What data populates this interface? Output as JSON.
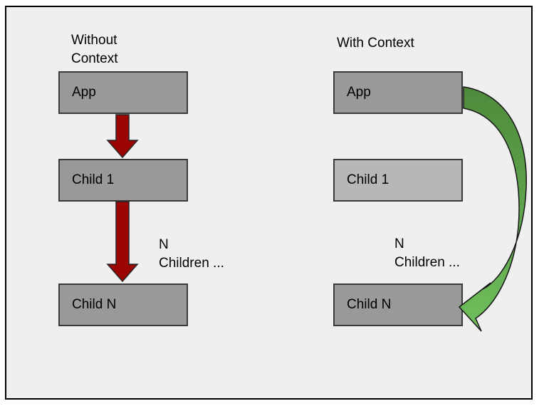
{
  "panels": {
    "left": {
      "title": "Without Context",
      "boxes": [
        {
          "label": "App"
        },
        {
          "label": "Child 1"
        },
        {
          "label": "Child N"
        }
      ],
      "note_line1": "N",
      "note_line2": "Children ..."
    },
    "right": {
      "title": "With Context",
      "boxes": [
        {
          "label": "App"
        },
        {
          "label": "Child 1"
        },
        {
          "label": "Child N"
        }
      ],
      "note_line1": "N",
      "note_line2": "Children ..."
    }
  },
  "icons": {
    "red_arrows": "straight-down-arrow",
    "green_arrow": "curved-arrow-app-to-child-n"
  },
  "colors": {
    "canvas_background": "#efefef",
    "frame_border": "#000000",
    "box_fill": "#999999",
    "box_fill_light": "#b7b7b7",
    "box_border": "#3a3a3a",
    "red_arrow": "#9b0504",
    "green_arrow_top": "#4e8a3c",
    "green_arrow_bottom": "#6fbe5c"
  }
}
